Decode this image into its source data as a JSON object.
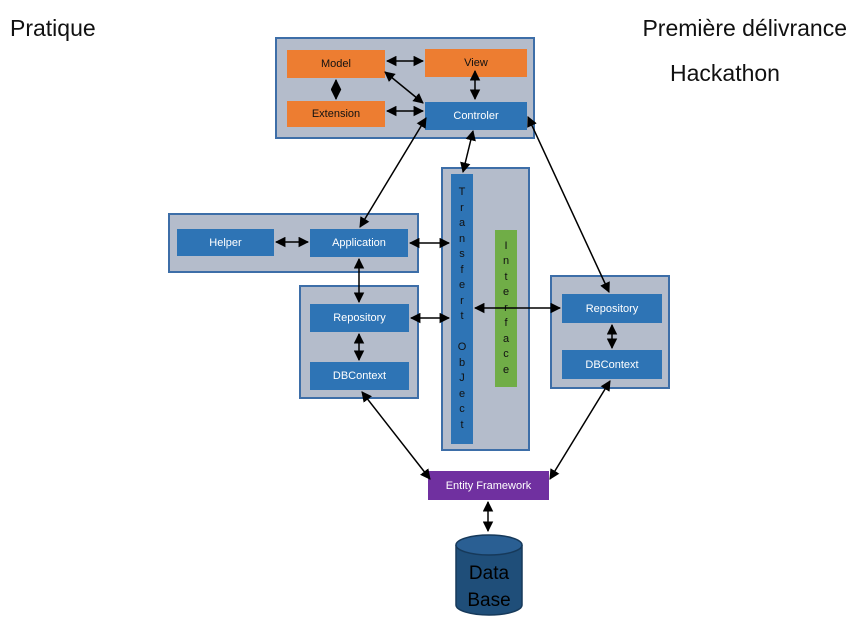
{
  "header": {
    "left": "Pratique",
    "right_line1": "Première délivrance",
    "right_line2": "Hackathon"
  },
  "nodes": {
    "model": "Model",
    "view": "View",
    "extension": "Extension",
    "controler": "Controler",
    "helper": "Helper",
    "application": "Application",
    "repository_left": "Repository",
    "dbcontext_left": "DBContext",
    "transfert_object": "Transfert ObJect",
    "interface": "Interface",
    "repository_right": "Repository",
    "dbcontext_right": "DBContext",
    "entity_framework": "Entity Framework",
    "database_line1": "Data",
    "database_line2": "Base"
  },
  "colors": {
    "group_fill": "#b4bccb",
    "group_border": "#3d6ea8",
    "orange": "#ed7d31",
    "blue": "#2e74b5",
    "green": "#70ad47",
    "purple": "#7030a0",
    "database": "#1f4e79"
  }
}
